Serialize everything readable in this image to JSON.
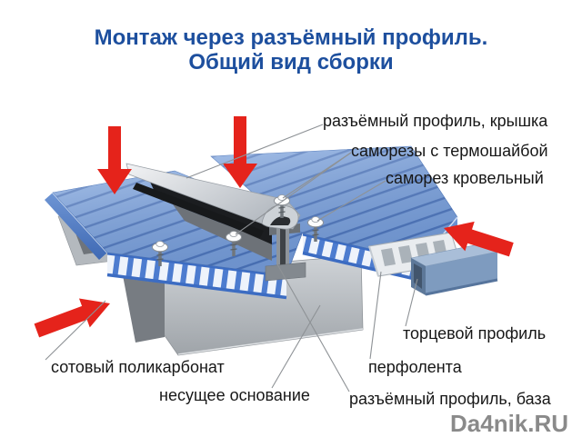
{
  "title": {
    "line1": "Монтаж через разъёмный профиль.",
    "line2": "Общий вид сборки"
  },
  "callouts": {
    "cap": "разъёмный профиль, крышка",
    "thermo_screws": "саморезы с термошайбой",
    "roof_screw": "саморез кровельный",
    "end_profile": "торцевой профиль",
    "polycarbonate": "сотовый поликарбонат",
    "base_support": "несущее основание",
    "perf_tape": "перфолента",
    "base_profile": "разъёмный профиль, база"
  },
  "watermark": "Da4nik.RU",
  "arrows": [
    "press-arrow-down-left",
    "press-arrow-down-center",
    "press-arrow-inward-left",
    "press-arrow-inward-right"
  ],
  "colors": {
    "title_blue": "#1d4f9e",
    "arrow_red": "#e5231b",
    "panel_blue": "#7fa5de",
    "panel_rib_blue": "#5078bd",
    "cell_wall_blue": "#4d7ccf",
    "metal_light": "#cdd1d5",
    "metal_dark": "#1b1d20",
    "leader_gray": "#8e9296",
    "label_color": "#171717",
    "watermark_gray": "#8a8a8a",
    "background": "#ffffff"
  }
}
